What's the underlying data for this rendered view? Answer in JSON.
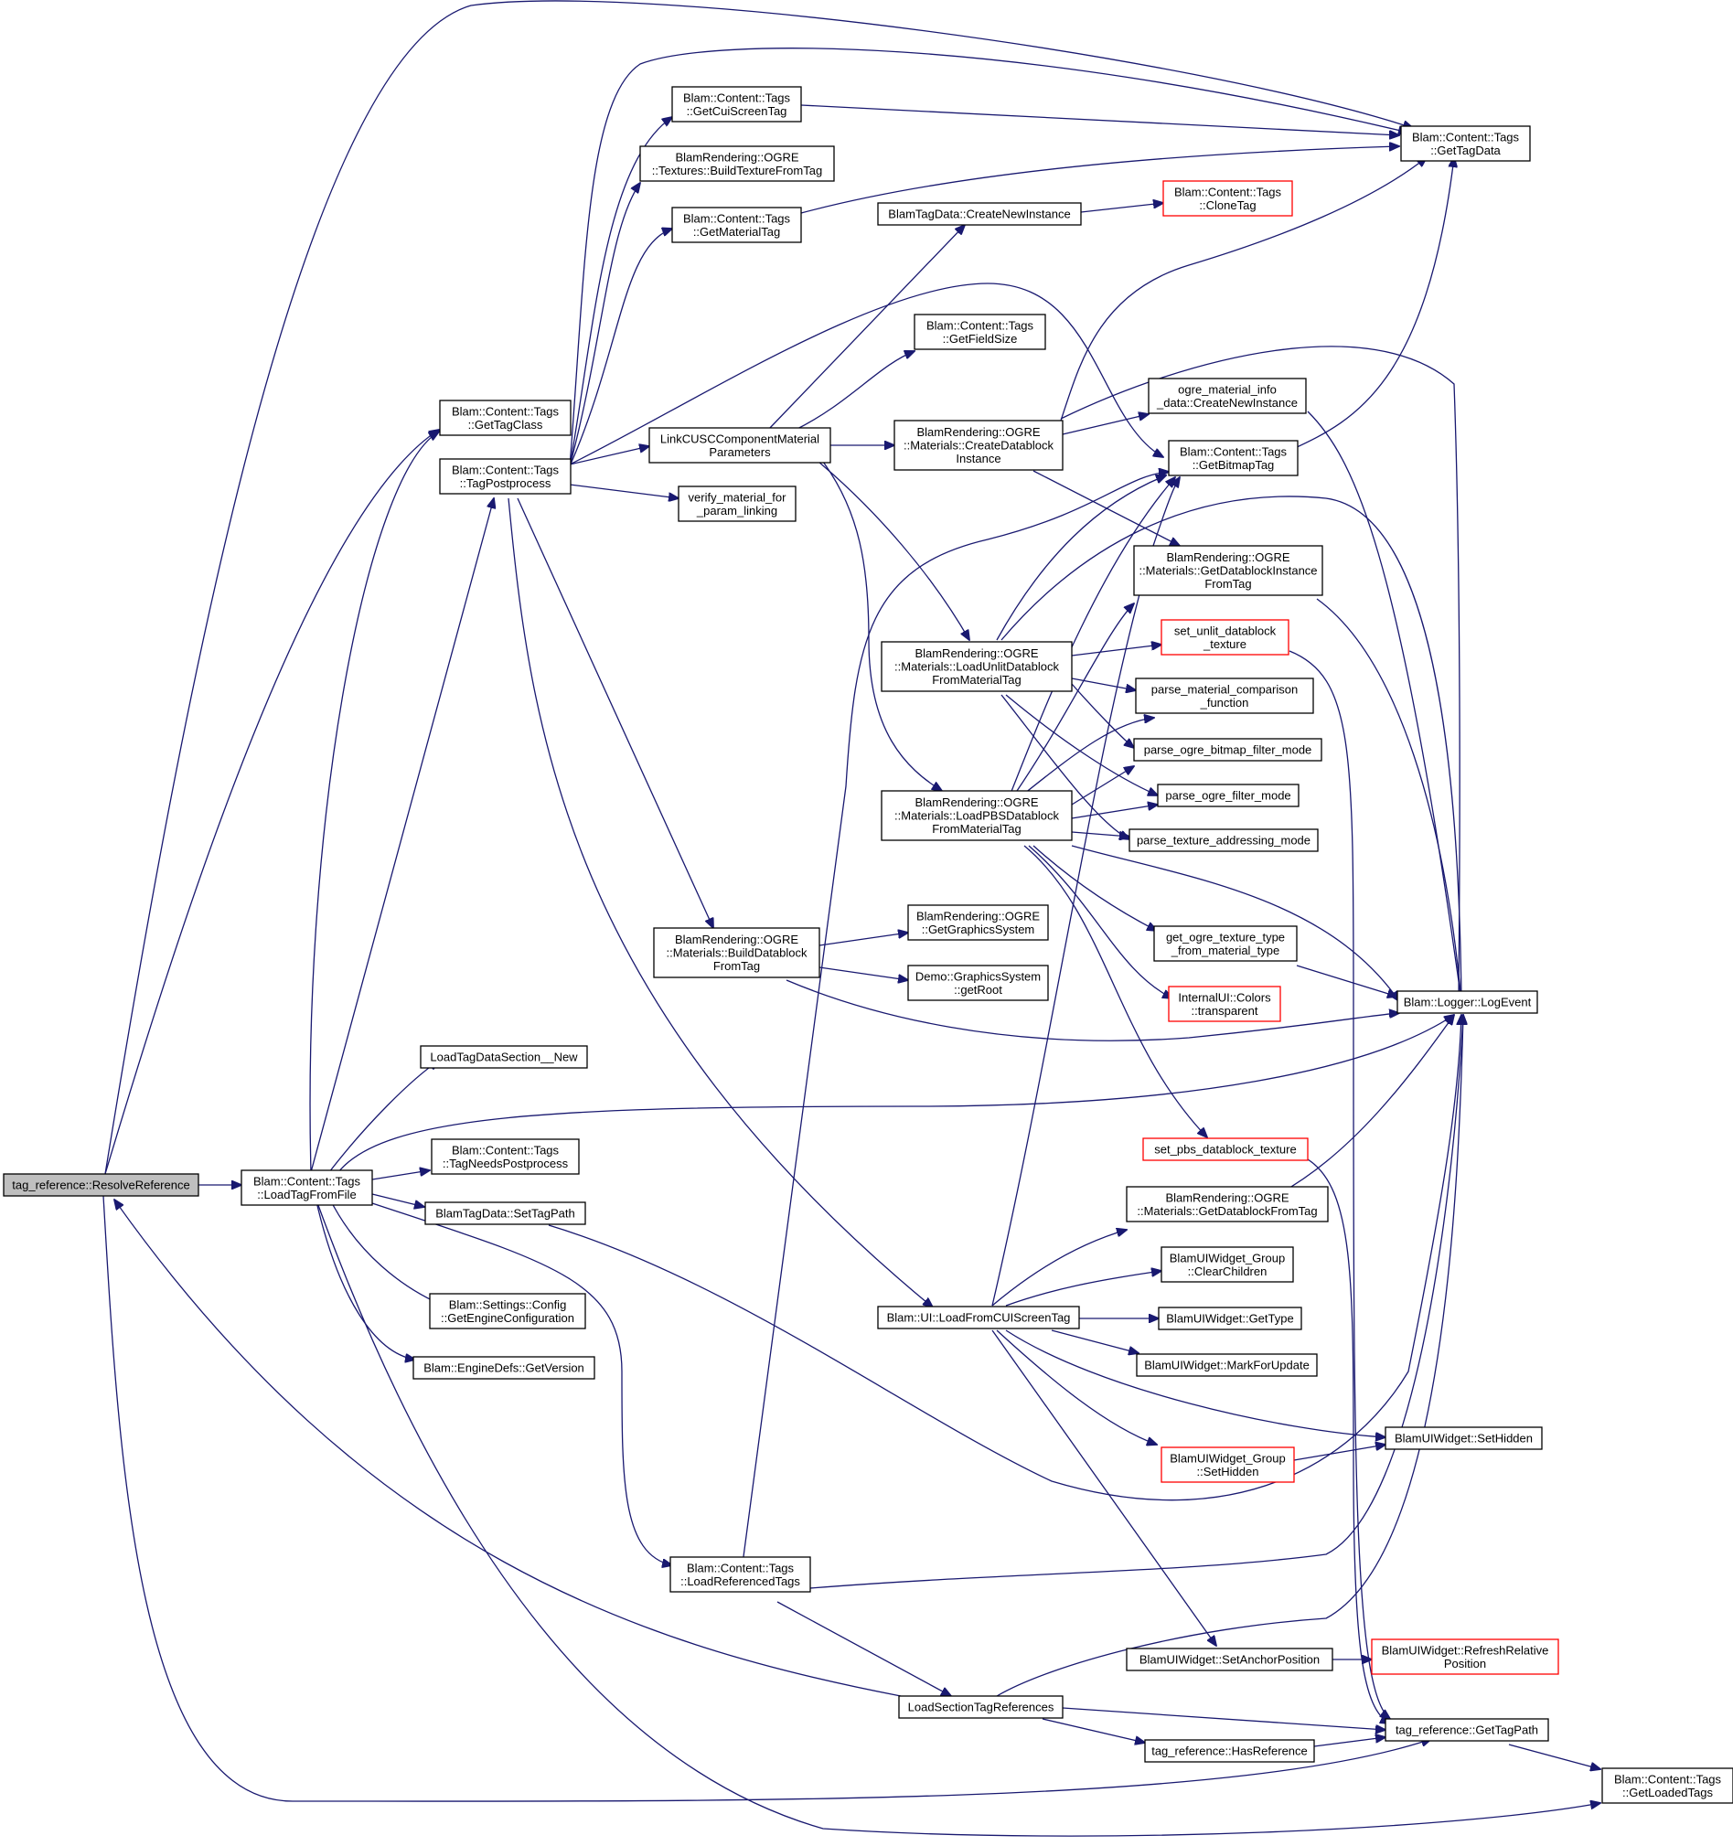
{
  "graph": {
    "colors": {
      "edge": "#191970",
      "node_border": "#000000",
      "truncated_border": "#ff0000",
      "current_fill": "#bfbfbf"
    },
    "nodes": {
      "resolve": {
        "lines": [
          "tag_reference::ResolveReference"
        ]
      },
      "loadFromFile": {
        "lines": [
          "Blam::Content::Tags",
          "::LoadTagFromFile"
        ]
      },
      "getTagClass": {
        "lines": [
          "Blam::Content::Tags",
          "::GetTagClass"
        ]
      },
      "tagPostprocess": {
        "lines": [
          "Blam::Content::Tags",
          "::TagPostprocess"
        ]
      },
      "getCuiScreenTag": {
        "lines": [
          "Blam::Content::Tags",
          "::GetCuiScreenTag"
        ]
      },
      "buildTextureFromTag": {
        "lines": [
          "BlamRendering::OGRE",
          "::Textures::BuildTextureFromTag"
        ]
      },
      "getMaterialTag": {
        "lines": [
          "Blam::Content::Tags",
          "::GetMaterialTag"
        ]
      },
      "getTagData": {
        "lines": [
          "Blam::Content::Tags",
          "::GetTagData"
        ]
      },
      "createNewInstance": {
        "lines": [
          "BlamTagData::CreateNewInstance"
        ]
      },
      "cloneTag": {
        "lines": [
          "Blam::Content::Tags",
          "::CloneTag"
        ]
      },
      "getFieldSize": {
        "lines": [
          "Blam::Content::Tags",
          "::GetFieldSize"
        ]
      },
      "linkCusc": {
        "lines": [
          "LinkCUSCComponentMaterial",
          "Parameters"
        ]
      },
      "verifyMaterial": {
        "lines": [
          "verify_material_for",
          "_param_linking"
        ]
      },
      "createDatablockInstance": {
        "lines": [
          "BlamRendering::OGRE",
          "::Materials::CreateDatablock",
          "Instance"
        ]
      },
      "ogreMaterialInfo": {
        "lines": [
          "ogre_material_info",
          "_data::CreateNewInstance"
        ]
      },
      "getBitmapTag": {
        "lines": [
          "Blam::Content::Tags",
          "::GetBitmapTag"
        ]
      },
      "getDatablockInstanceFromTag": {
        "lines": [
          "BlamRendering::OGRE",
          "::Materials::GetDatablockInstance",
          "FromTag"
        ]
      },
      "loadUnlit": {
        "lines": [
          "BlamRendering::OGRE",
          "::Materials::LoadUnlitDatablock",
          "FromMaterialTag"
        ]
      },
      "setUnlit": {
        "lines": [
          "set_unlit_datablock",
          "_texture"
        ]
      },
      "parseComparison": {
        "lines": [
          "parse_material_comparison",
          "_function"
        ]
      },
      "parseBitmapFilter": {
        "lines": [
          "parse_ogre_bitmap_filter_mode"
        ]
      },
      "parseFilterMode": {
        "lines": [
          "parse_ogre_filter_mode"
        ]
      },
      "loadPbs": {
        "lines": [
          "BlamRendering::OGRE",
          "::Materials::LoadPBSDatablock",
          "FromMaterialTag"
        ]
      },
      "parseAddressing": {
        "lines": [
          "parse_texture_addressing_mode"
        ]
      },
      "buildDatablock": {
        "lines": [
          "BlamRendering::OGRE",
          "::Materials::BuildDatablock",
          "FromTag"
        ]
      },
      "getGraphicsSystem": {
        "lines": [
          "BlamRendering::OGRE",
          "::GetGraphicsSystem"
        ]
      },
      "getRoot": {
        "lines": [
          "Demo::GraphicsSystem",
          "::getRoot"
        ]
      },
      "getOgreTextureType": {
        "lines": [
          "get_ogre_texture_type",
          "_from_material_type"
        ]
      },
      "colorsTransparent": {
        "lines": [
          "InternalUI::Colors",
          "::transparent"
        ]
      },
      "logEvent": {
        "lines": [
          "Blam::Logger::LogEvent"
        ]
      },
      "loadTagDataSection": {
        "lines": [
          "LoadTagDataSection__New"
        ]
      },
      "tagNeedsPostprocess": {
        "lines": [
          "Blam::Content::Tags",
          "::TagNeedsPostprocess"
        ]
      },
      "setTagPath": {
        "lines": [
          "BlamTagData::SetTagPath"
        ]
      },
      "getEngineConfig": {
        "lines": [
          "Blam::Settings::Config",
          "::GetEngineConfiguration"
        ]
      },
      "getVersion": {
        "lines": [
          "Blam::EngineDefs::GetVersion"
        ]
      },
      "setPbs": {
        "lines": [
          "set_pbs_datablock_texture"
        ]
      },
      "getDatablockFromTag": {
        "lines": [
          "BlamRendering::OGRE",
          "::Materials::GetDatablockFromTag"
        ]
      },
      "clearChildren": {
        "lines": [
          "BlamUIWidget_Group",
          "::ClearChildren"
        ]
      },
      "loadFromCui": {
        "lines": [
          "Blam::UI::LoadFromCUIScreenTag"
        ]
      },
      "getType": {
        "lines": [
          "BlamUIWidget::GetType"
        ]
      },
      "markForUpdate": {
        "lines": [
          "BlamUIWidget::MarkForUpdate"
        ]
      },
      "setHidden": {
        "lines": [
          "BlamUIWidget::SetHidden"
        ]
      },
      "groupSetHidden": {
        "lines": [
          "BlamUIWidget_Group",
          "::SetHidden"
        ]
      },
      "loadReferencedTags": {
        "lines": [
          "Blam::Content::Tags",
          "::LoadReferencedTags"
        ]
      },
      "setAnchorPosition": {
        "lines": [
          "BlamUIWidget::SetAnchorPosition"
        ]
      },
      "refreshRelative": {
        "lines": [
          "BlamUIWidget::RefreshRelative",
          "Position"
        ]
      },
      "loadSectionTagRefs": {
        "lines": [
          "LoadSectionTagReferences"
        ]
      },
      "getTagPath": {
        "lines": [
          "tag_reference::GetTagPath"
        ]
      },
      "hasReference": {
        "lines": [
          "tag_reference::HasReference"
        ]
      },
      "getLoadedTags": {
        "lines": [
          "Blam::Content::Tags",
          "::GetLoadedTags"
        ]
      }
    }
  }
}
